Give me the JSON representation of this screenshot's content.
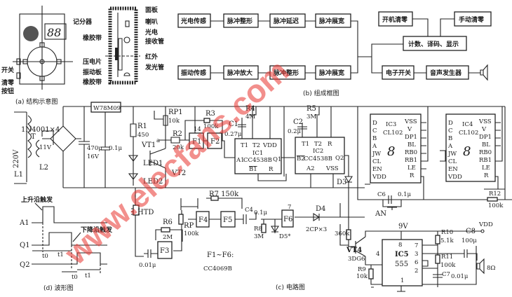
{
  "watermark": "www.elecfans.com",
  "structure": {
    "caption": "(a) 结构示意图",
    "scorer": "记分器",
    "switch": "开关",
    "clear1": "清零",
    "clear2": "按钮",
    "panel": "面板",
    "horn": "喇叭",
    "photo1": "光电",
    "photo2": "接收管",
    "ir1": "红外",
    "ir2": "发光管",
    "rubber_top": "橡胶带",
    "piezo": "压电片",
    "vibration_plate": "振动板",
    "rubber_bottom": "橡胶带"
  },
  "block": {
    "caption": "(b) 组成框图",
    "row1": [
      "光电传感",
      "脉冲整形",
      "脉冲延迟",
      "脉冲展宽"
    ],
    "row2": [
      "振动传感",
      "脉冲放大",
      "脉冲整形",
      "脉冲展宽"
    ],
    "power_clear": "开机清零",
    "manual_clear": "手动清零",
    "counter": "计数、译码、显示",
    "e_switch": "电子开关",
    "sound_gen": "音声发生器"
  },
  "circuit": {
    "caption": "(c) 电路图",
    "regulator": "W78M09",
    "bridge": "1N4001×4",
    "T": "T",
    "v220": "220V",
    "L1": "L1",
    "v11": "11V",
    "L2": "L2",
    "c_470": "470μ",
    "v16": "16V",
    "c_01": "0.1μ",
    "R1": "R1",
    "R1v": "450",
    "RP1": "RP1",
    "RP1v": "10k",
    "a": "a",
    "R2": "R2",
    "R2v": "20k",
    "VT1": "VT1",
    "LED1": "LED1",
    "LED2": "LED2",
    "VT2": "VT2",
    "R3": "R3",
    "R3v": "100k",
    "pin14": "14",
    "F1": "F1",
    "F2": "F2",
    "F3": "F3",
    "F4": "F4",
    "F5": "F5",
    "F6": "F6",
    "C1": "C1",
    "C1v": "0.27μ",
    "R4": "R4",
    "R4v": "4M",
    "R5": "R5",
    "R5v": "3M",
    "C2": "C2",
    "C2v": "0.2μ",
    "ic1": {
      "T1": "T1",
      "T2": "T2",
      "VDD": "VDD",
      "name": "IC1",
      "part": "CC4538B",
      "A1": "A1",
      "Q1": "Q1",
      "B1": "B1",
      "R": "R"
    },
    "ic2": {
      "T1": "T1",
      "T2": "T2",
      "R": "R",
      "name": "IC2",
      "part": "CC4538B",
      "B2": "B2",
      "Q2": "Q2",
      "A2": "A2",
      "VSS": "VSS"
    },
    "D3": "D3",
    "ic3": {
      "name": "IC3",
      "part": "CL102",
      "left": [
        "D",
        "C",
        "B",
        "A",
        "JW",
        "CL",
        "EN",
        "VDD"
      ],
      "right": [
        "VSS",
        "V",
        "DP1",
        "BL",
        "RB0",
        "RB1",
        "LE",
        "R"
      ]
    },
    "ic4": {
      "name": "IC4",
      "part": "CL102",
      "left": [
        "D",
        "C",
        "B",
        "A",
        "JW",
        "CL",
        "EN",
        "VDD"
      ],
      "right": [
        "VSS",
        "V",
        "DP1",
        "BL",
        "RB0",
        "RB1",
        "LE",
        "R"
      ]
    },
    "C6": "C6",
    "C6v": "0.1μ",
    "AN": "AN",
    "R12": "R12",
    "R12v": "100k",
    "R7": "R7 150k",
    "HTD": "HTD",
    "R6": "R6",
    "R6v": "2M",
    "c_001": "0.01μ",
    "RP": "RP",
    "RPv": "100k",
    "C4": "C4",
    "C4v": "0.1μ",
    "R8": "R8",
    "R8v": "3M",
    "D5": "D5*",
    "pin7": "7",
    "D4": "D4",
    "D4v": "2CP×3",
    "gates": "F1~F6:",
    "gates_part": "CC4069B",
    "r360": "360k",
    "v9": "9V",
    "VDD": "VDD",
    "R10": "R10",
    "R10v": "5.1k",
    "C8": "C8",
    "C8v": "100μ",
    "VT4": "VT4",
    "VT4v": "3DG6",
    "R9": "R9",
    "R9v": "10k",
    "ic5": {
      "name": "IC5",
      "part": "555",
      "p8": "8",
      "p7": "7",
      "p3": "3",
      "p6": "6",
      "p2": "2",
      "p4": "4",
      "p1": "1"
    },
    "R11": "R11",
    "R11v": "100k",
    "C7": "C7",
    "C7v": "0.01μ",
    "spk": "8Ω"
  },
  "waveform": {
    "caption": "(d) 波形图",
    "rising": "上升沿触发",
    "falling": "下降沿触发",
    "A1": "A1",
    "Q1": "Q1",
    "Q2": "Q2",
    "t0": "t0",
    "t1": "t1",
    "t0b": "t0",
    "t1b": "t1"
  }
}
